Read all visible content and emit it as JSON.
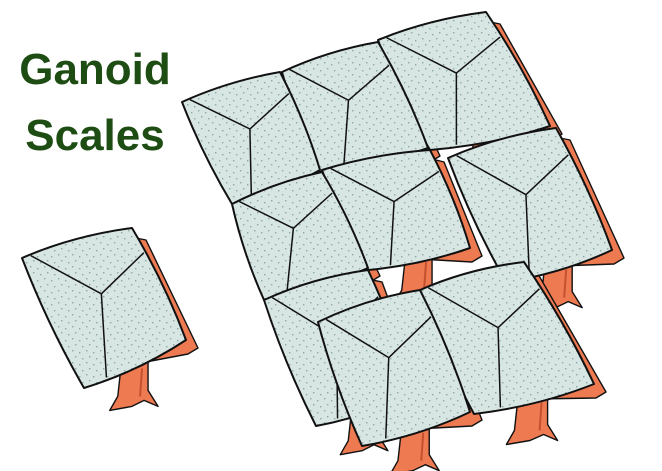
{
  "title": {
    "line1": "Ganoid",
    "line2": "Scales"
  },
  "colors": {
    "title_text": "#1e4d14",
    "scale_fill": "#d8e6e3",
    "scale_dots": "#8fa8a6",
    "peg_fill": "#ee7a52",
    "peg_shade": "#c4502e",
    "outline": "#111111"
  },
  "diagram": {
    "single_scale_count": 1,
    "array_rows": 3,
    "array_columns": 3,
    "array_scale_count": 9
  }
}
